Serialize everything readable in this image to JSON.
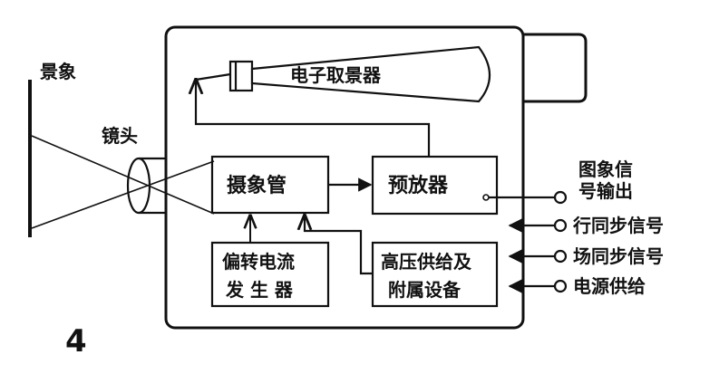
{
  "labels": {
    "scene": "景象",
    "lens": "镜头",
    "electron_viewfinder": "电子取景器",
    "camera_tube": "摄象管",
    "preamp": "预放器",
    "deflection_line1": "偏转电流",
    "deflection_line2": "发 生 器",
    "hv_line1": "高压供给及",
    "hv_line2": "附属设备",
    "video_out_line1": "图象信",
    "video_out_line2": "号输出",
    "line_sync": "行同步信号",
    "field_sync": "场同步信号",
    "power_supply": "电源供给",
    "figure_number": "4"
  }
}
